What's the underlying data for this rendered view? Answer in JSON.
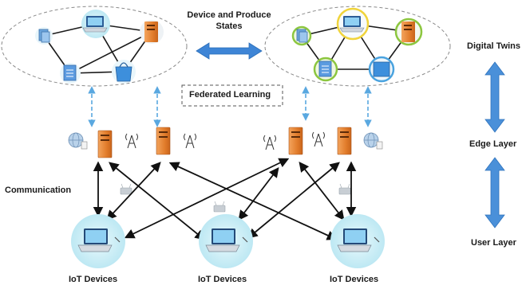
{
  "labels": {
    "device_states": "Device and Produce\nStates",
    "federated_learning": "Federated Learning",
    "communication": "Communication",
    "iot_devices": [
      "IoT Devices",
      "IoT Devices",
      "IoT Devices"
    ]
  },
  "layers": {
    "digital_twins": "Digital Twins",
    "edge": "Edge Layer",
    "user": "User Layer"
  },
  "colors": {
    "server_orange": "#e8893a",
    "arrow_blue": "#4a90d9",
    "dashed_blue": "#5aa8e0",
    "halo_cyan": "#cdeff7",
    "ring_green": "#8cc63f",
    "ring_yellow": "#f0d43c",
    "ring_blue": "#4aa3df"
  },
  "icons": {
    "server": "server-icon",
    "antenna": "antenna-icon",
    "globe": "globe-icon",
    "laptop": "laptop-icon",
    "document": "document-icon",
    "bag": "shopping-bag-icon",
    "router": "router-icon"
  }
}
